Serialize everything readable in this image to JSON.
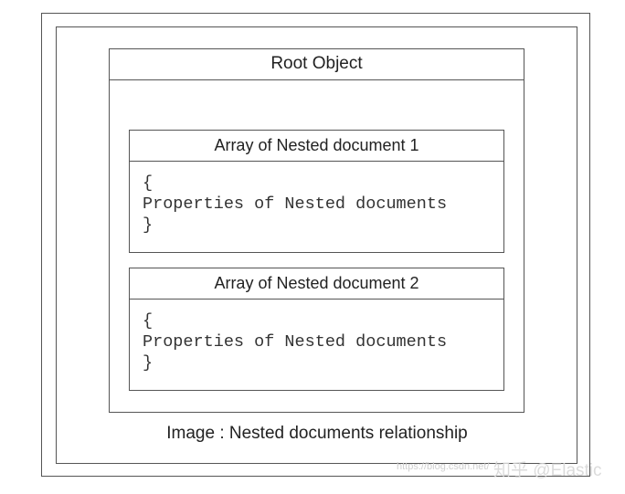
{
  "diagram": {
    "root": {
      "label": "Root Object"
    },
    "nested": [
      {
        "label": "Array of Nested document 1",
        "open_brace": "{",
        "body": "Properties of Nested documents",
        "close_brace": "}"
      },
      {
        "label": "Array of Nested document 2",
        "open_brace": "{",
        "body": "Properties of Nested documents",
        "close_brace": "}"
      }
    ],
    "caption": "Image : Nested documents relationship"
  },
  "watermark": {
    "url_text": "https://blog.csdn.net/",
    "logo_text": "知乎 @Elastic"
  }
}
